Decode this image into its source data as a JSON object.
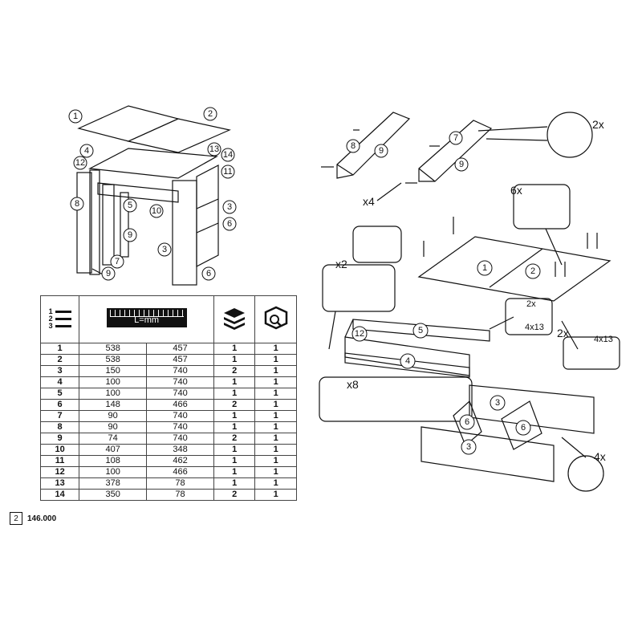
{
  "table": {
    "rows": [
      {
        "n": "1",
        "a": "538",
        "b": "457",
        "c": "1",
        "d": "1"
      },
      {
        "n": "2",
        "a": "538",
        "b": "457",
        "c": "1",
        "d": "1"
      },
      {
        "n": "3",
        "a": "150",
        "b": "740",
        "c": "2",
        "d": "1"
      },
      {
        "n": "4",
        "a": "100",
        "b": "740",
        "c": "1",
        "d": "1"
      },
      {
        "n": "5",
        "a": "100",
        "b": "740",
        "c": "1",
        "d": "1"
      },
      {
        "n": "6",
        "a": "148",
        "b": "466",
        "c": "2",
        "d": "1"
      },
      {
        "n": "7",
        "a": "90",
        "b": "740",
        "c": "1",
        "d": "1"
      },
      {
        "n": "8",
        "a": "90",
        "b": "740",
        "c": "1",
        "d": "1"
      },
      {
        "n": "9",
        "a": "74",
        "b": "740",
        "c": "2",
        "d": "1"
      },
      {
        "n": "10",
        "a": "407",
        "b": "348",
        "c": "1",
        "d": "1"
      },
      {
        "n": "11",
        "a": "108",
        "b": "462",
        "c": "1",
        "d": "1"
      },
      {
        "n": "12",
        "a": "100",
        "b": "466",
        "c": "1",
        "d": "1"
      },
      {
        "n": "13",
        "a": "378",
        "b": "78",
        "c": "1",
        "d": "1"
      },
      {
        "n": "14",
        "a": "350",
        "b": "78",
        "c": "2",
        "d": "1"
      }
    ],
    "header": {
      "list_digits": [
        "1",
        "2",
        "3"
      ],
      "ruler_label": "L=mm",
      "layers_icon": "layers-icon",
      "box_icon": "package-search-icon"
    }
  },
  "footer": {
    "page": "2",
    "code": "146.000"
  },
  "left_labels": [
    "1",
    "2",
    "4",
    "12",
    "13",
    "14",
    "11",
    "8",
    "5",
    "10",
    "3",
    "6",
    "9",
    "3",
    "7",
    "6",
    "9"
  ],
  "right": {
    "labels_top": [
      "8",
      "9",
      "7",
      "9"
    ],
    "qty": {
      "x4": "x4",
      "x2": "x2",
      "x8": "x8",
      "c2x_a": "2x",
      "c6x": "6x",
      "c2x_b": "2x",
      "c2x_c": "2x",
      "c4x": "4x"
    },
    "panels": [
      "1",
      "2",
      "12",
      "5",
      "4",
      "3",
      "6",
      "6",
      "3"
    ],
    "dims": [
      "4x13",
      "4x13"
    ]
  }
}
